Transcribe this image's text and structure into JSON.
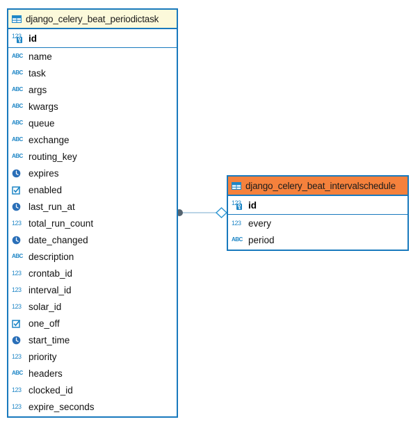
{
  "diagram": {
    "background": "#ffffff",
    "border_color": "#1879bd",
    "icon_blue": "#1e86c6",
    "icons": {
      "number_glyph": "123",
      "text_glyph": "ABC",
      "datetime_icon": "clock-icon",
      "boolean_icon": "checkbox-icon",
      "primary_key_icon": "number-with-key-icon",
      "table_icon": "table-grid-icon"
    },
    "tables": [
      {
        "name": "django_celery_beat_periodictask",
        "header_color": "#fcf9da",
        "primary_key": {
          "name": "id",
          "type": "number"
        },
        "columns": [
          {
            "name": "name",
            "type": "text"
          },
          {
            "name": "task",
            "type": "text"
          },
          {
            "name": "args",
            "type": "text"
          },
          {
            "name": "kwargs",
            "type": "text"
          },
          {
            "name": "queue",
            "type": "text"
          },
          {
            "name": "exchange",
            "type": "text"
          },
          {
            "name": "routing_key",
            "type": "text"
          },
          {
            "name": "expires",
            "type": "datetime"
          },
          {
            "name": "enabled",
            "type": "boolean"
          },
          {
            "name": "last_run_at",
            "type": "datetime"
          },
          {
            "name": "total_run_count",
            "type": "number"
          },
          {
            "name": "date_changed",
            "type": "datetime"
          },
          {
            "name": "description",
            "type": "text"
          },
          {
            "name": "crontab_id",
            "type": "number"
          },
          {
            "name": "interval_id",
            "type": "number"
          },
          {
            "name": "solar_id",
            "type": "number"
          },
          {
            "name": "one_off",
            "type": "boolean"
          },
          {
            "name": "start_time",
            "type": "datetime"
          },
          {
            "name": "priority",
            "type": "number"
          },
          {
            "name": "headers",
            "type": "text"
          },
          {
            "name": "clocked_id",
            "type": "number"
          },
          {
            "name": "expire_seconds",
            "type": "number"
          }
        ]
      },
      {
        "name": "django_celery_beat_intervalschedule",
        "header_color": "#f5813c",
        "primary_key": {
          "name": "id",
          "type": "number"
        },
        "columns": [
          {
            "name": "every",
            "type": "number"
          },
          {
            "name": "period",
            "type": "text"
          }
        ]
      }
    ],
    "connector": {
      "from_table": "django_celery_beat_periodictask",
      "to_table": "django_celery_beat_intervalschedule",
      "from_marker": "filled-circle",
      "to_marker": "open-diamond",
      "line_color": "#a3c6dd",
      "circle_color": "#556470",
      "diamond_color": "#2f97d3",
      "diamond_fill": "#ffffff"
    }
  }
}
